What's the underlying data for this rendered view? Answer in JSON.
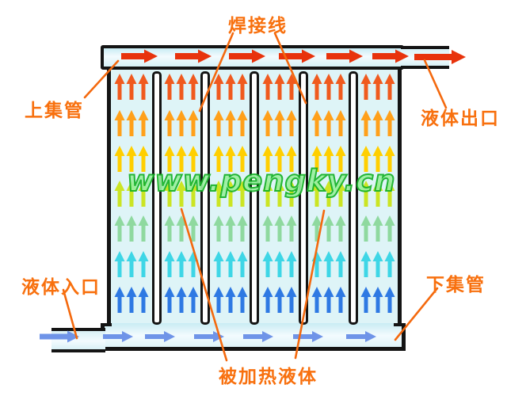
{
  "diagram": {
    "subject": "welded-plate liquid heating panel with headers",
    "labels": {
      "weld_line": "焊接线",
      "upper_header": "上集管",
      "liquid_outlet": "液体出口",
      "liquid_inlet": "液体入口",
      "lower_header": "下集管",
      "heated_liquid": "被加热液体"
    },
    "watermark": {
      "text": "www.pengky.cn"
    },
    "colors": {
      "label_orange": "#f8700e",
      "leader_line": "#f4690e",
      "outline_black": "#141414",
      "panel_fill": "#def4f7",
      "top_arrow_red": "#e8330c",
      "bottom_arrow_blue": "#6f94e8",
      "watermark_fill": "#9af0a0",
      "watermark_stroke": "#14b026",
      "channel_row_colors_top_to_bottom": [
        "#f05a1e",
        "#ffa01a",
        "#ffcf00",
        "#cbe523",
        "#8fd99f",
        "#3ed6e6",
        "#2e79e3"
      ]
    },
    "flow": {
      "channel_count": 6,
      "weld_slot_count": 5,
      "arrow_columns_per_channel": 3,
      "arrow_rows_per_channel": 7,
      "channel_flow_direction": "up",
      "top_header_arrows": 6,
      "outlet_pipe_arrows": 1,
      "bottom_header_arrows": 6,
      "inlet_pipe_arrows": 1,
      "header_flow_direction": "right"
    }
  }
}
